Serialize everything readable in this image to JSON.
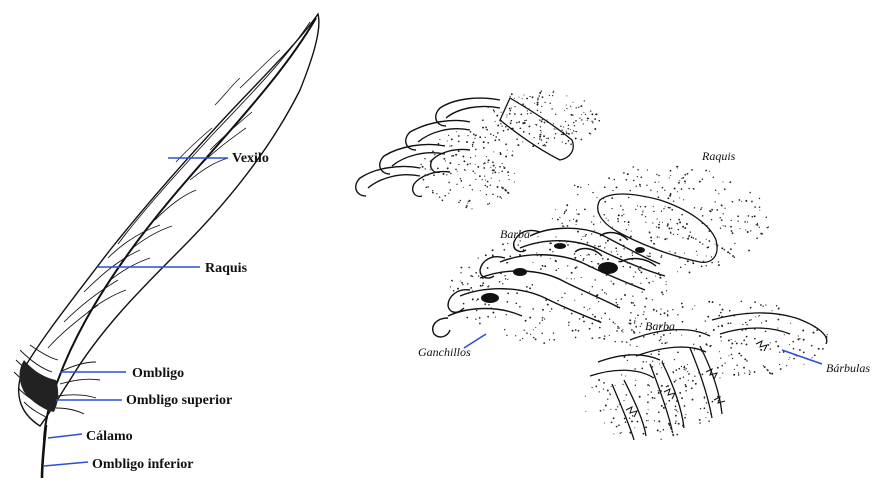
{
  "feather_labels": {
    "vexilo": "Vexilo",
    "raquis": "Raquis",
    "ombligo": "Ombligo",
    "ombligo_superior": "Ombligo superior",
    "calamo": "Cálamo",
    "ombligo_inferior": "Ombligo inferior"
  },
  "detail_labels": {
    "raquis": "Raquis",
    "barba_top": "Barba",
    "barba_bottom": "Barba",
    "ganchillos": "Ganchillos",
    "barbulas": "Bárbulas"
  },
  "colors": {
    "leader_line": "#2c4fd6",
    "ink": "#111111"
  }
}
